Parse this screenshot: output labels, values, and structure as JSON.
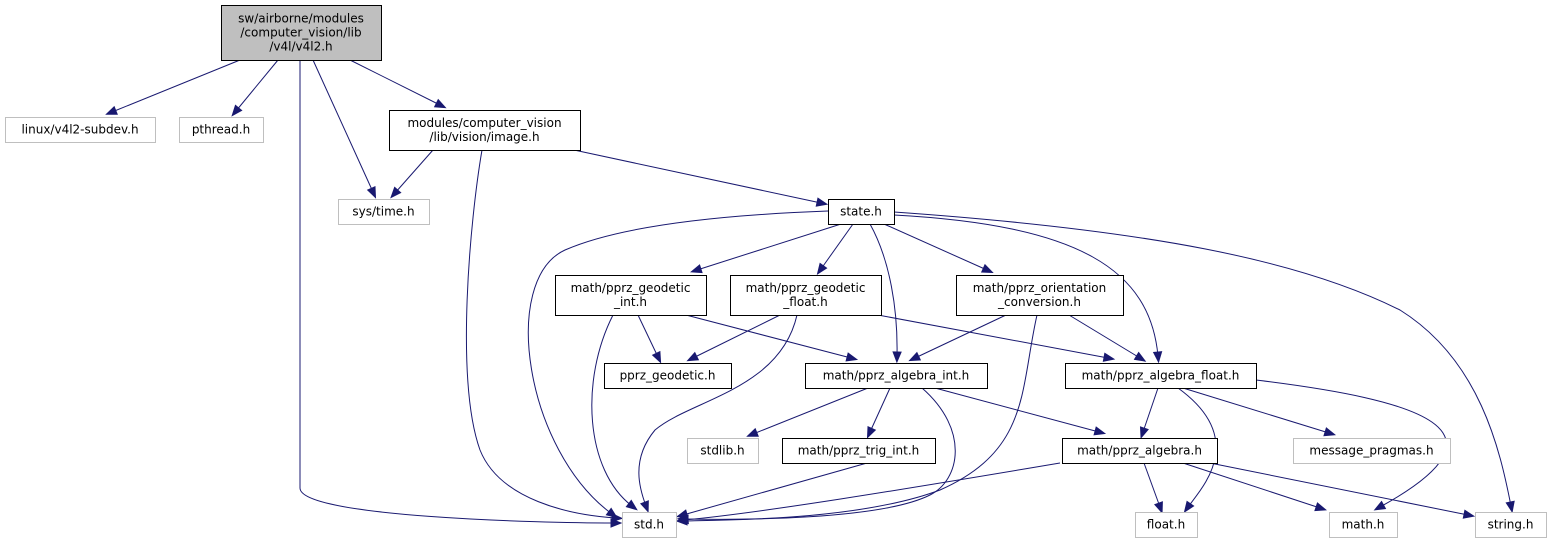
{
  "diagram": {
    "type": "include-dependency-graph",
    "edge_color": "#191970",
    "root_fill": "#bfbfbf",
    "nodes": [
      {
        "id": "root",
        "kind": "root",
        "lines": [
          "sw/airborne/modules",
          "/computer_vision/lib",
          "/v4l/v4l2.h"
        ]
      },
      {
        "id": "v4l2subdev",
        "kind": "sys",
        "lines": [
          "linux/v4l2-subdev.h"
        ]
      },
      {
        "id": "pthread",
        "kind": "sys",
        "lines": [
          "pthread.h"
        ]
      },
      {
        "id": "image",
        "kind": "local",
        "lines": [
          "modules/computer_vision",
          "/lib/vision/image.h"
        ]
      },
      {
        "id": "systime",
        "kind": "sys",
        "lines": [
          "sys/time.h"
        ]
      },
      {
        "id": "state",
        "kind": "local",
        "lines": [
          "state.h"
        ]
      },
      {
        "id": "geoint",
        "kind": "local",
        "lines": [
          "math/pprz_geodetic",
          "_int.h"
        ]
      },
      {
        "id": "geofloat",
        "kind": "local",
        "lines": [
          "math/pprz_geodetic",
          "_float.h"
        ]
      },
      {
        "id": "orient",
        "kind": "local",
        "lines": [
          "math/pprz_orientation",
          "_conversion.h"
        ]
      },
      {
        "id": "geodetic",
        "kind": "local",
        "lines": [
          "pprz_geodetic.h"
        ]
      },
      {
        "id": "algint",
        "kind": "local",
        "lines": [
          "math/pprz_algebra_int.h"
        ]
      },
      {
        "id": "algfloat",
        "kind": "local",
        "lines": [
          "math/pprz_algebra_float.h"
        ]
      },
      {
        "id": "stdlib",
        "kind": "sys",
        "lines": [
          "stdlib.h"
        ]
      },
      {
        "id": "trigint",
        "kind": "local",
        "lines": [
          "math/pprz_trig_int.h"
        ]
      },
      {
        "id": "algebra",
        "kind": "local",
        "lines": [
          "math/pprz_algebra.h"
        ]
      },
      {
        "id": "msgpragmas",
        "kind": "sys",
        "lines": [
          "message_pragmas.h"
        ]
      },
      {
        "id": "std",
        "kind": "sys",
        "lines": [
          "std.h"
        ]
      },
      {
        "id": "float",
        "kind": "sys",
        "lines": [
          "float.h"
        ]
      },
      {
        "id": "math",
        "kind": "sys",
        "lines": [
          "math.h"
        ]
      },
      {
        "id": "string",
        "kind": "sys",
        "lines": [
          "string.h"
        ]
      }
    ],
    "edges": [
      [
        "root",
        "v4l2subdev"
      ],
      [
        "root",
        "pthread"
      ],
      [
        "root",
        "std"
      ],
      [
        "root",
        "systime"
      ],
      [
        "root",
        "image"
      ],
      [
        "image",
        "systime"
      ],
      [
        "image",
        "std"
      ],
      [
        "image",
        "state"
      ],
      [
        "state",
        "std"
      ],
      [
        "state",
        "geoint"
      ],
      [
        "state",
        "geofloat"
      ],
      [
        "state",
        "algint"
      ],
      [
        "state",
        "orient"
      ],
      [
        "state",
        "algfloat"
      ],
      [
        "state",
        "string"
      ],
      [
        "geoint",
        "geodetic"
      ],
      [
        "geoint",
        "std"
      ],
      [
        "geoint",
        "algint"
      ],
      [
        "geofloat",
        "geodetic"
      ],
      [
        "geofloat",
        "std"
      ],
      [
        "geofloat",
        "algfloat"
      ],
      [
        "orient",
        "algint"
      ],
      [
        "orient",
        "std"
      ],
      [
        "orient",
        "algfloat"
      ],
      [
        "algint",
        "stdlib"
      ],
      [
        "algint",
        "trigint"
      ],
      [
        "algint",
        "std"
      ],
      [
        "algint",
        "algebra"
      ],
      [
        "algfloat",
        "algebra"
      ],
      [
        "algfloat",
        "float"
      ],
      [
        "algfloat",
        "msgpragmas"
      ],
      [
        "algfloat",
        "math"
      ],
      [
        "trigint",
        "std"
      ],
      [
        "algebra",
        "std"
      ],
      [
        "algebra",
        "float"
      ],
      [
        "algebra",
        "math"
      ],
      [
        "algebra",
        "string"
      ]
    ]
  }
}
